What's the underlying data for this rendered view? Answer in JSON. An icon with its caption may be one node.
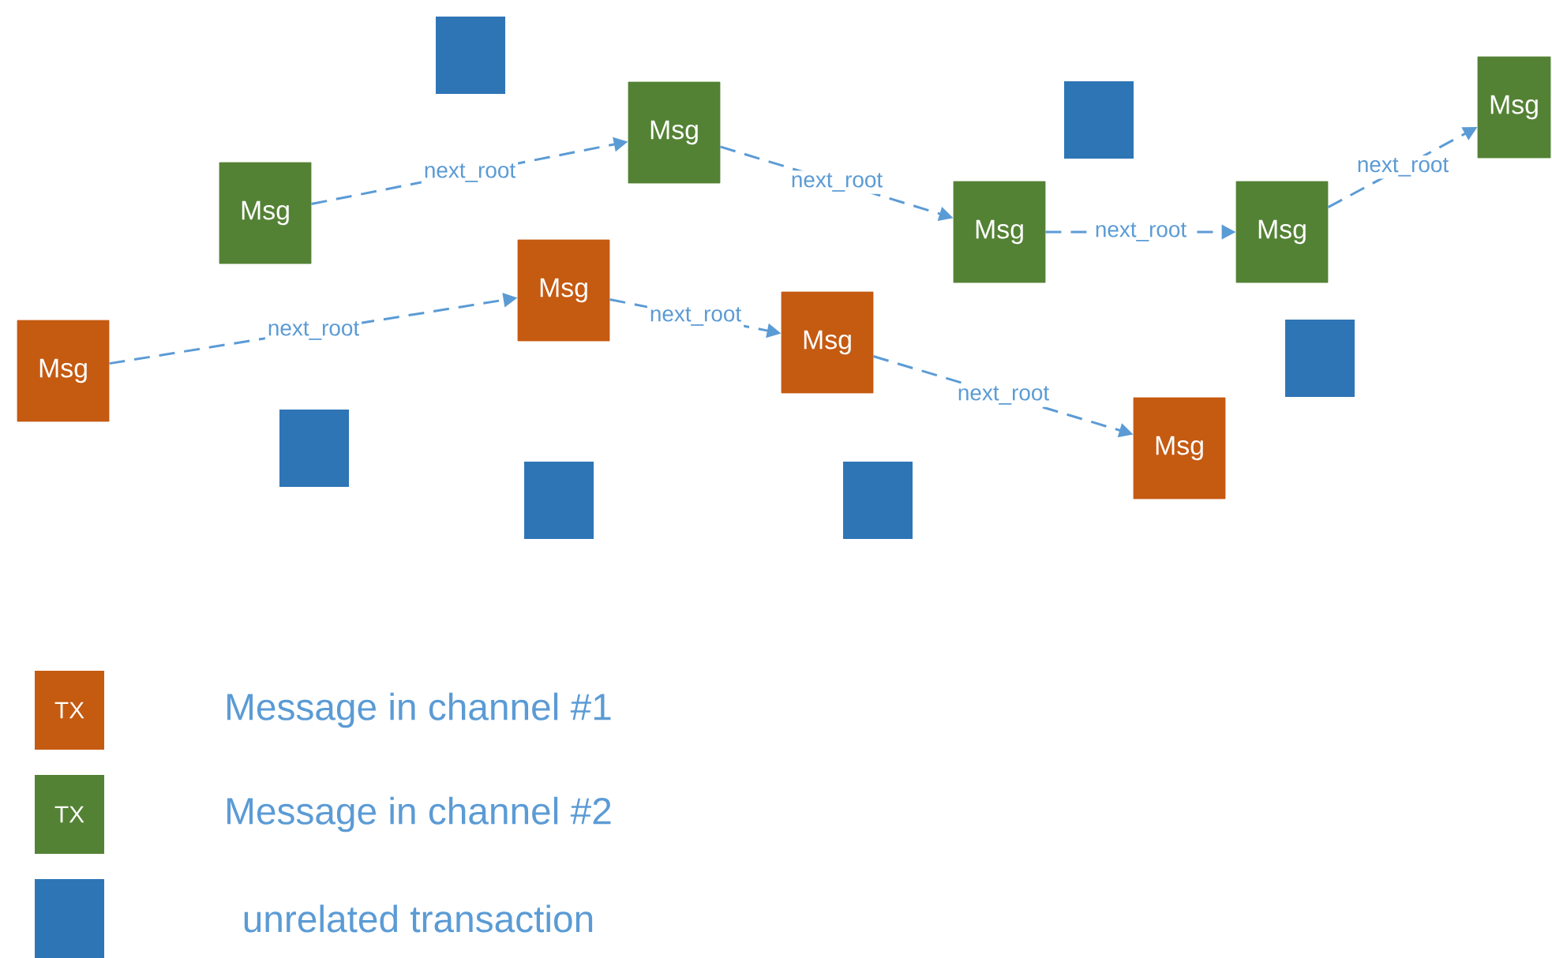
{
  "diagram": {
    "nodes": [
      {
        "text": [
          "Msg"
        ]
      },
      {
        "text": [
          "Msg"
        ]
      },
      {
        "text": [
          "Msg"
        ]
      },
      {
        "text": [
          "Msg"
        ]
      },
      {
        "text": [
          "Msg"
        ]
      },
      {
        "text": [
          "Msg"
        ]
      },
      {
        "text": [
          "Msg"
        ]
      },
      {
        "text": [
          "Msg"
        ]
      },
      {
        "text": [
          "Msg"
        ]
      },
      {
        "text": [],
        "shape": "box"
      },
      {
        "text": [],
        "shape": "box"
      },
      {
        "text": [],
        "shape": "box"
      },
      {
        "text": [],
        "shape": "box"
      },
      {
        "text": [],
        "shape": "box"
      },
      {
        "text": [],
        "shape": "box"
      }
    ],
    "edges": [
      {
        "from": 0,
        "to": 1,
        "arrow": "to",
        "label": "next_root",
        "style": "dashed"
      },
      {
        "from": 1,
        "to": 2,
        "arrow": "to",
        "label": "next_root",
        "style": "dashed"
      },
      {
        "from": 2,
        "to": 3,
        "arrow": "to",
        "label": "next_root",
        "style": "dashed"
      },
      {
        "from": 3,
        "to": 4,
        "arrow": "to",
        "label": "next_root",
        "style": "dashed"
      },
      {
        "from": 5,
        "to": 6,
        "arrow": "to",
        "label": "next_root",
        "style": "dashed"
      },
      {
        "from": 6,
        "to": 7,
        "arrow": "to",
        "label": "next_root",
        "style": "dashed"
      },
      {
        "from": 7,
        "to": 8,
        "arrow": "to",
        "label": "next_root",
        "style": "dashed"
      }
    ],
    "labels": [
      "TX",
      "TX"
    ],
    "legend": [
      {
        "text": "Message in channel #1",
        "color": "#c55a11"
      },
      {
        "text": "Message in channel #2",
        "color": "#548235"
      },
      {
        "text": "unrelated transaction",
        "color": "#2e75b6"
      }
    ]
  }
}
